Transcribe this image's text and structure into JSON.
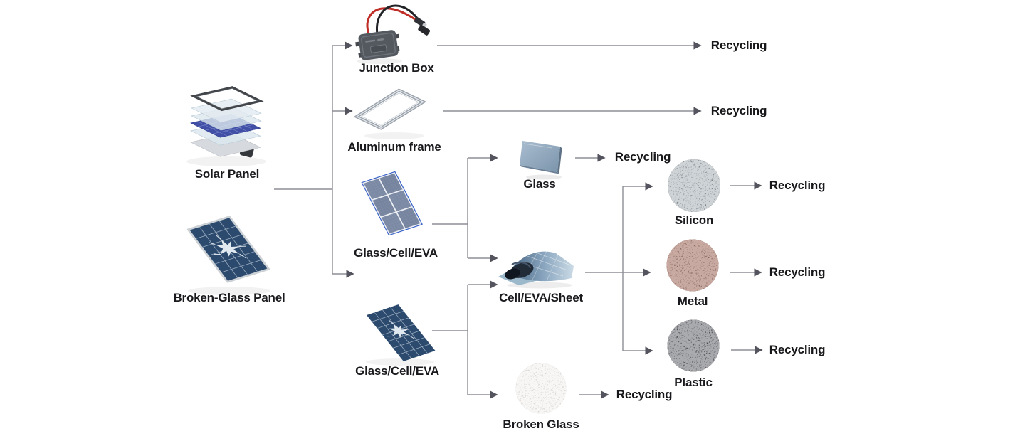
{
  "nodes": {
    "solar_panel": "Solar Panel",
    "broken_glass_panel": "Broken-Glass Panel",
    "junction_box": "Junction Box",
    "aluminum_frame": "Aluminum frame",
    "glass_cell_eva_top": "Glass/Cell/EVA",
    "glass_cell_eva_bottom": "Glass/Cell/EVA",
    "glass": "Glass",
    "cell_eva_sheet": "Cell/EVA/Sheet",
    "broken_glass": "Broken Glass",
    "silicon": "Silicon",
    "metal": "Metal",
    "plastic": "Plastic"
  },
  "recycling": [
    "Recycling",
    "Recycling",
    "Recycling",
    "Recycling",
    "Recycling",
    "Recycling",
    "Recycling"
  ],
  "edges": [
    {
      "from": "Solar Panel",
      "to": "Junction Box"
    },
    {
      "from": "Solar Panel",
      "to": "Aluminum frame"
    },
    {
      "from": "Solar Panel",
      "to": "Glass/Cell/EVA"
    },
    {
      "from": "Junction Box",
      "to": "Recycling"
    },
    {
      "from": "Aluminum frame",
      "to": "Recycling"
    },
    {
      "from": "Glass/Cell/EVA",
      "to": "Glass"
    },
    {
      "from": "Glass/Cell/EVA",
      "to": "Cell/EVA/Sheet"
    },
    {
      "from": "Broken-Glass Panel",
      "to": "Glass/Cell/EVA"
    },
    {
      "from": "Glass/Cell/EVA",
      "to": "Broken Glass"
    },
    {
      "from": "Glass",
      "to": "Recycling"
    },
    {
      "from": "Cell/EVA/Sheet",
      "to": "Silicon"
    },
    {
      "from": "Cell/EVA/Sheet",
      "to": "Metal"
    },
    {
      "from": "Cell/EVA/Sheet",
      "to": "Plastic"
    },
    {
      "from": "Silicon",
      "to": "Recycling"
    },
    {
      "from": "Metal",
      "to": "Recycling"
    },
    {
      "from": "Plastic",
      "to": "Recycling"
    },
    {
      "from": "Broken Glass",
      "to": "Recycling"
    }
  ],
  "colors": {
    "background": "#ffffff",
    "connector_line": "#8d8d97",
    "arrowhead": "#54545e",
    "label_text": "#1a1a1e",
    "panel_blue": "#2c4a6e",
    "cell_blue": "#4150a6",
    "glass_blue": "#92a9c0",
    "silicon_gray": "#8f969c",
    "metal_brown": "#a1786e",
    "plastic_dark": "#515155",
    "broken_glass_light": "#dfdcd9"
  }
}
